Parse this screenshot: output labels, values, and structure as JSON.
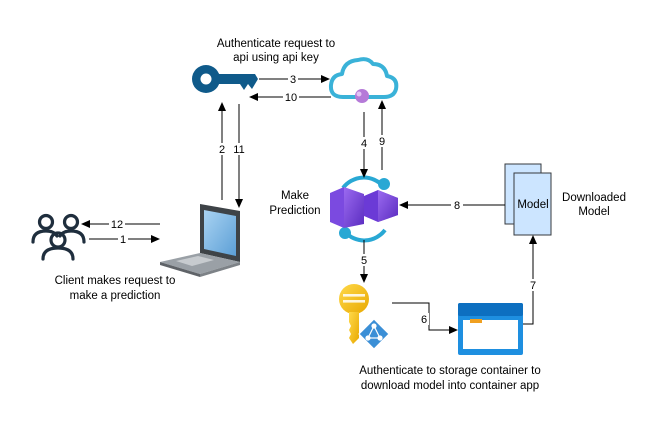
{
  "captions": {
    "auth_api_line1": "Authenticate request to",
    "auth_api_line2": "api using api key",
    "make_prediction_line1": "Make",
    "make_prediction_line2": "Prediction",
    "downloaded_model_line1": "Downloaded",
    "downloaded_model_line2": "Model",
    "client_line1": "Client makes request to",
    "client_line2": "make a prediction",
    "storage_line1": "Authenticate to storage container to",
    "storage_line2": "download model into container app"
  },
  "model_doc_label": "Model",
  "edge_labels": {
    "e1": "1",
    "e2": "2",
    "e3": "3",
    "e4": "4",
    "e5": "5",
    "e6": "6",
    "e7": "7",
    "e8": "8",
    "e9": "9",
    "e10": "10",
    "e11": "11",
    "e12": "12"
  },
  "colors": {
    "api_key_blue": "#0f5a8a",
    "cloud_blue": "#3ab2d8",
    "cloud_accent": "#b57ad8",
    "container_purple": "#6b3ad6",
    "container_teal": "#29a8d4",
    "key_vault_gold": "#f5c518",
    "identity_blue": "#3b8fd6",
    "storage_blue": "#1e8fe0",
    "model_doc_fill": "#cce5ff",
    "laptop_screen": "#8fc1ea"
  },
  "icons": [
    "users-icon",
    "laptop-icon",
    "api-key-icon",
    "cloud-api-icon",
    "container-app-icon",
    "key-vault-icon",
    "managed-identity-icon",
    "storage-window-icon",
    "model-document-icon"
  ]
}
